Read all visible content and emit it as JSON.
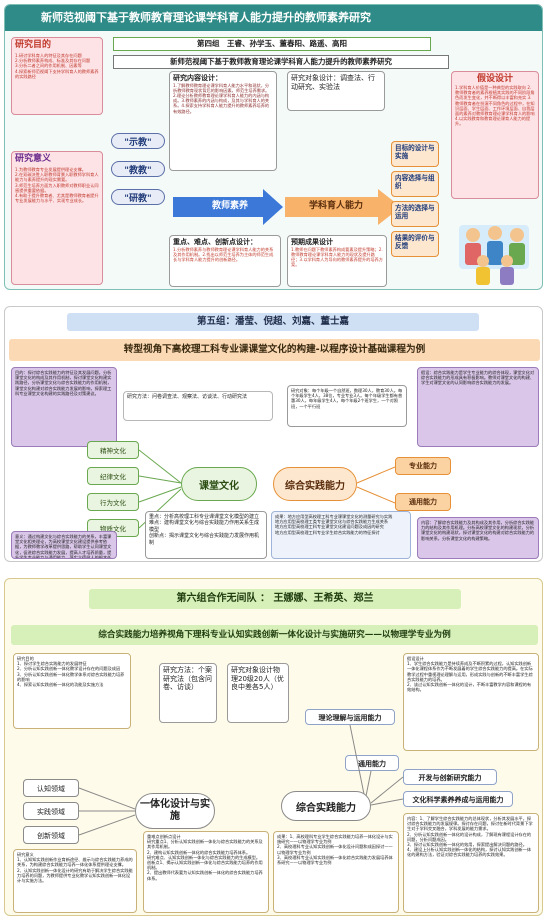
{
  "g4": {
    "title": "新师范视阈下基于教师教育理论课学科育人能力提升的教师素养研究",
    "group": "第四组　王睿、孙学玉、董春阳、路遥、高阳",
    "subtitle": "新师范视阈下基于教师教育理论课学科育人能力提升的教师素养研究",
    "purpose_title": "研究目的",
    "purpose_items": [
      "1.研讨学科育人的特征及其存在问题",
      "2.分析教师素养构成、标准及其存在问题",
      "3.分析二者之间的作用机制、因素等",
      "4.探索新师范视阈下支持学科育人的教师素养的实践路径"
    ],
    "meaning_title": "研究意义",
    "meaning_items": [
      "1.为教师教育专业发展提供理论支撑。",
      "2.在双碳决胜入职教师背景入职教师学科育人能力与素养提升的现实需要。",
      "3.师范生培养方面为入职教师对教师职业认同感提供重要依据。",
      "4.有助于提升教育者、尤其是教师教育者提升专业发展能力与水平、实现专业成长。"
    ],
    "teach_items": [
      "\"示教\"",
      "\"教教\"",
      "\"研教\""
    ],
    "content_title": "研究内容设计：",
    "content_text": "1.了解教师教育理论课学科育人能力水平和现状，分析教师教育现状背后的影响因素，师范生培养需求。2.理论分析教师教育理论课学科育人能力的内涵与构成。3.教师素养的内涵与构成，及其与学科育人的关系。4.探索支持学科育人能力提升的教师素养培养的有效路径。",
    "object_title": "研究对象设计：调查法、行动研究、实验法",
    "center_left": "教师素养",
    "center_right": "学科育人能力",
    "right_boxes": [
      "目标的设计与实施",
      "内容选择与组织",
      "方法的选择与运用",
      "结果的评价与反馈"
    ],
    "hypo_title": "假设设计",
    "hypo_text": "1.学科育人价值是一种典型的实践取向 2.教师教育者的素养根植其实践的不同阶段角色而发生变化，并不断得以丰富和充实 3.教师教育者在扮演不同角色的过程中，在知识层面、学生层面、工作环境层面、自我层面的素养对教师教育理论课学科育人的影响 4.以实践教育和教育理论课育人能力的提升。",
    "key_title": "重点、难点、创新点设计：",
    "key_text": "1.分析教师素养与教师教育理论课学科育人能力的关系及其作用机制。2.找出以师范生培养为主体的师范生成长与学科育人能力提升的创新路径。",
    "expect_title": "预期成果设计",
    "expect_text": "1.教师在问题下教师素养构成要素及提升策略；2.教师教育理论课学科育人能力的现状及提升路径；3.以学科育人为导向的教师素养提升的培养方案。"
  },
  "g5": {
    "group": "第五组：潘莹、倪超、刘嘉、董士嘉",
    "title": "转型视角下高校理工科专业课课堂文化的构建-以程序设计基础课程为例",
    "aim_text": "目的：探讨综合实践能力的特征及其发展问题，分析课堂文化的构成及其作用机制，探讨课堂文化构建实践路径，分析课堂文化与综合实践能力的作用机制，课堂文化构建对综合实践能力发展的影响，探索理工科专业课堂文化构建的实践路径及对策建议。",
    "method_text": "研究方法：问卷调查法、观察法、访谈法、行动研究法",
    "object_text": "研究对象：每个年级一个自然班，数理30人，教育30人。每个年级学生4人，38位，专业专业3人。每个年级学生都有普惠30人，每年级学生4人，每个年级2个班学生，一个对照班，一个平行班",
    "hypo_text": "假设：综合实践能力是学生专业能力的综合体现，课堂文化对综合实践能力的形成具有积极影响。教师对课堂文化的构建、学生对课堂文化的认同影响综合实践能力的发展。",
    "culture_items": [
      "精神文化",
      "纪律文化",
      "行为文化",
      "物质文化"
    ],
    "culture_center": "课堂文化",
    "practice_center": "综合实践能力",
    "practice_items": [
      "专业能力",
      "通用能力"
    ],
    "meaning_text": "意义：通过构建文化与综合实践能力的关系，丰富课堂文化相关理论，为高校课堂文化建设提供参考依据，为教师教学改革提供思路，帮助学生认同课堂文化，促进综合实践能力发展，提高人才培养质量，提升学生专业能力与通用能力，落实立德树人的根本任务。",
    "key_text": "重点：分析高校理工科专业课课堂文化模型的建立\n难点：建构课堂文化与综合实践能力作用关系生成模型\n创新点：揭示课堂文化与综合实践能力发展作用机制",
    "result_text": "成果：地方应用型高校理工科专业课课堂文化的测量研究与实践\n地方应用型高校理工类专业课堂文化与综合实践能力生成关系\n地方应用型高校理工科专业课堂文化建设问题及成因的研究\n地方应用型高校理工科专业学生综合实践能力的特征探讨",
    "content_text": "内容：了解综合实践能力及其构成及其作用，分析综合实践能力的结构及其作用机理。分析高校课堂文化的构建现状，分析课堂文化的构建现状，探讨课堂文化的构建对综合实践能力的影响关系，分析课堂文化的构建策略。"
  },
  "g6": {
    "group": "第六组合作无间队 ： 王娜娜、王希英、郑兰",
    "title": "综合实践能力培养视角下理科专业认知实践创新一体化设计与实施研究——以物理学专业为例",
    "aim_text": "研究目的\n1、探讨学生综合实践能力的发展特征\n2、分析认知实践创新一体化教学设计存在的问题及成因\n3、分析认知实践创新一体化教学体系对综合实践能力培养的影响\n4、探索认知实践创新一体化的功能及实施方法",
    "method_text": "研究方法：个案研究法（包含问卷、访谈）",
    "object_text": "研究对象设计物理20级20人（优良中差各5人）",
    "hypo_text": "假设设计\n1、学生综合实践能力是持续养成及不断积累的过程，认知实践创新一体化课程体系作为不断发展着的学生综合实践能力的提高。在实际教学过程中重视理论理解与运用，形成实践与创新的不断丰富学生综合实践能力的培养。\n2、该过认知实践创新一体化的设计，不断丰富教学内容和课程的有效结构。",
    "ability_items": [
      "理论理解与运用能力",
      "通用能力",
      "开发与创新研究能力",
      "文化科学素养养成与运用能力"
    ],
    "practice_center": "综合实践能力",
    "domain_items": [
      "认知领域",
      "实践领域",
      "创新领域"
    ],
    "design_center": "一体化设计与实施",
    "key_text": "重难点创新点设计\n研究重点1、分析认知实践创新一体化与综合实践能力的关系及其作用机制。\n2、建构认知实践创新一体化的综合实践能力培养体系。\n研究难点、认知实践创新一体化与综合实践能力的生成模型。\n创新点1、揭示认知实践创新一体化与综合实践能力培养的作用机制。\n2、提出教师代表要为认知实践创新一体化的综合实践能力培养体系。",
    "meaning_text": "研究意义\n1、认知知实践创新作业育新途径、维示与综合实践能力养成的关系，为构建综合实践能力培养一体化体系提供理论支撑。\n2、认知实践创新一体化设计的研究有助于解决学生综合实践能力培养的问题，为教师提供专业化教学认知实践创新一体化设计与实施方法。",
    "result_text": "成果：1、高校理科专业学生综合实践能力培养一体化设计与实施研究——以物理学专业为例\n2、高校理科专业认知实践创新一体化设计问题和成因探讨——以物理学专业为例\n3、高校理科专业认知实践创新一体化综合实践能力发展培养体系研究——以物理学专业为例",
    "content_text": "内容：1、了解学生综合实践能力的总体现状，分析其发展水平，探讨综合实践能力的发展规律。探讨存在问题，探讨在新时代背景下学生对于学科交叉融合，学科发展的能力需求。\n2、分析认知实践创新一体化的设计构成，了解现有课程设计存在的问题，分析问题成因。\n3、探讨认知实践创新一体化的效用，探索提出解决问题的路径。\n4、建设上分析认知实践创新一体化的结构，探讨认知实践创新一体化的建构方法，验证对综合实践能力培养的实践效果。"
  },
  "colors": {
    "teal_band": "#2e8b87",
    "orange_title": "#fbd9b5",
    "pink": "#f7c6cf",
    "green_header": "#cfe7c2",
    "purple_box": "#d9c6e8",
    "orange": "#fbd3a3",
    "yellow_panel": "#fff7d9",
    "g6_title": "#d7efb8"
  }
}
